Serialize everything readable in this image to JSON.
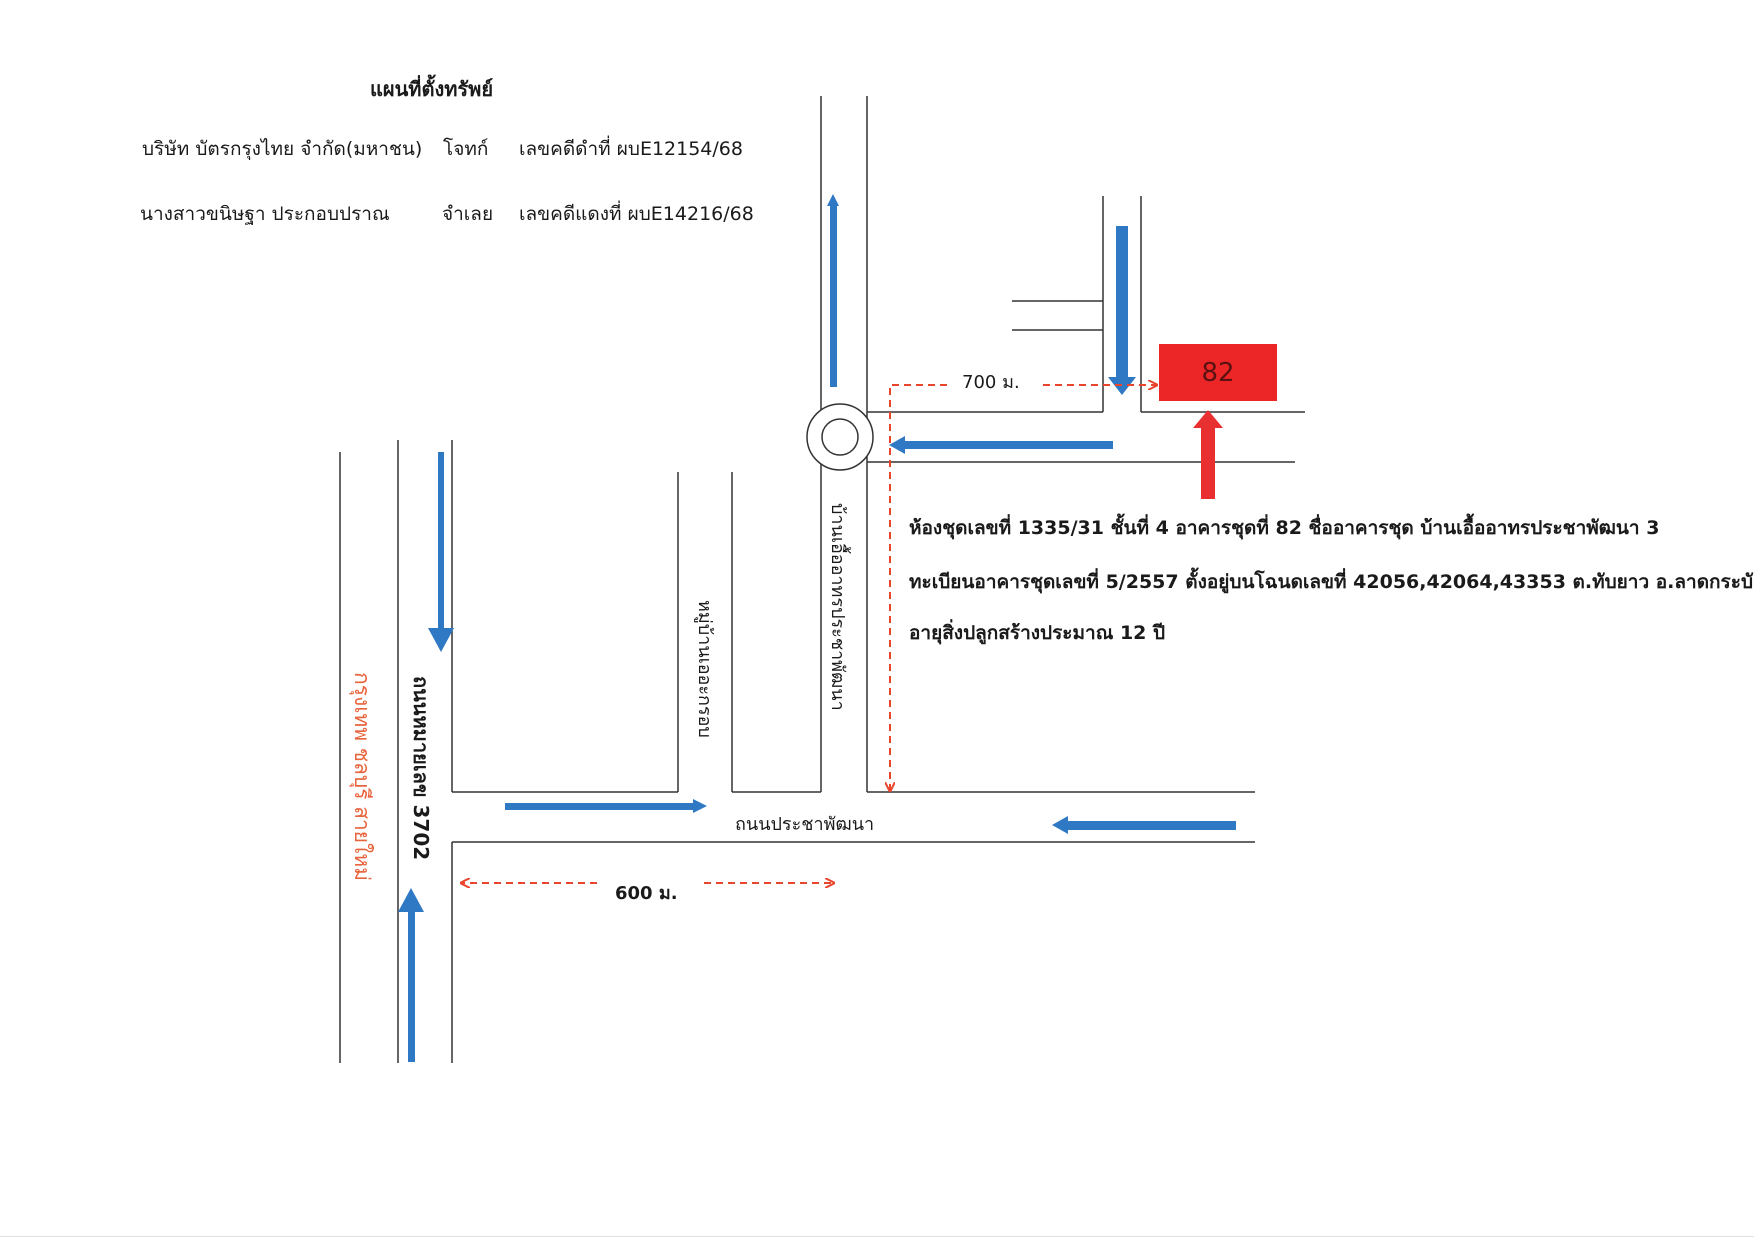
{
  "header": {
    "title": "แผนที่ตั้งทรัพย์",
    "plaintiff_name": "บริษัท บัตรกรุงไทย จำกัด(มหาชน)",
    "plaintiff_role": "โจทก์",
    "black_case": "เลขคดีดำที่  ผบE12154/68",
    "defendant_name": "นางสาวขนิษฐา  ประกอบปราณ",
    "defendant_role": "จำเลย",
    "red_case": "เลขคดีแดงที่ ผบE14216/68"
  },
  "roads": {
    "highway": "ถนนหมายเลข 3702",
    "highway_direction": "กรุงเทพ ชลบุรี สายใหม่",
    "soi_village": "หมู่บ้านเออะกรอบ",
    "building_road": "บ้านเอื้ออาทรประชาพัฒนา",
    "main_road": "ถนนประชาพัฒนา"
  },
  "distances": {
    "d_700": "700 ม.",
    "d_600": "600 ม."
  },
  "property": {
    "marker_label": "82",
    "line1": "ห้องชุดเลขที่ 1335/31  ชั้นที่ 4  อาคารชุดที่ 82  ชื่ออาคารชุด บ้านเอื้ออาทรประชาพัฒนา 3",
    "line2": "ทะเบียนอาคารชุดเลขที่ 5/2557 ตั้งอยู่บนโฉนดเลขที่ 42056,42064,43353 ต.ทับยาว อ.ลาดกระบัง",
    "line3": "อายุสิ่งปลูกสร้างประมาณ  12 ปี"
  },
  "colors": {
    "road_line": "#333333",
    "blue_arrow": "#2f78c4",
    "red_arrow": "#e83030",
    "dashed_route": "#e8452c",
    "orange_text": "#e8643c"
  }
}
